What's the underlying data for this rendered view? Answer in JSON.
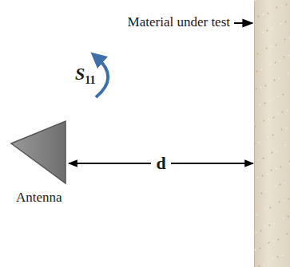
{
  "diagram": {
    "nodes": [
      {
        "text": [
          "Antenna"
        ]
      },
      {
        "text": [
          "Material under test"
        ]
      }
    ],
    "edges": [
      {
        "from": 0,
        "to": 1,
        "label": "d",
        "arrow": "both"
      }
    ],
    "labels": [
      "S11"
    ]
  }
}
